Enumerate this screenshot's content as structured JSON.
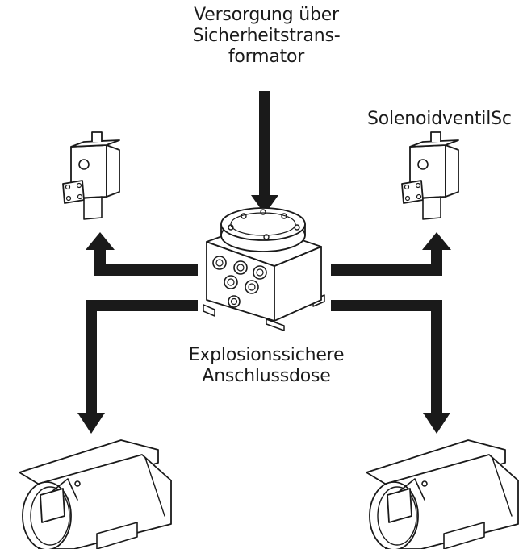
{
  "labels": {
    "supply_line1": "Versorgung über",
    "supply_line2": "Sicherheitstrans-",
    "supply_line3": "formator",
    "junction_line1": "Explosionssichere",
    "junction_line2": "Anschlussdose",
    "solenoid": "SolenoidventilSc"
  },
  "colors": {
    "arrow": "#1a1a1a",
    "background": "#ffffff"
  },
  "components": {
    "junction_box": "explosion-proof-junction-box",
    "solenoid_valves": [
      "solenoid-valve-left",
      "solenoid-valve-right"
    ],
    "cameras": [
      "camera-housing-left",
      "camera-housing-right"
    ]
  }
}
